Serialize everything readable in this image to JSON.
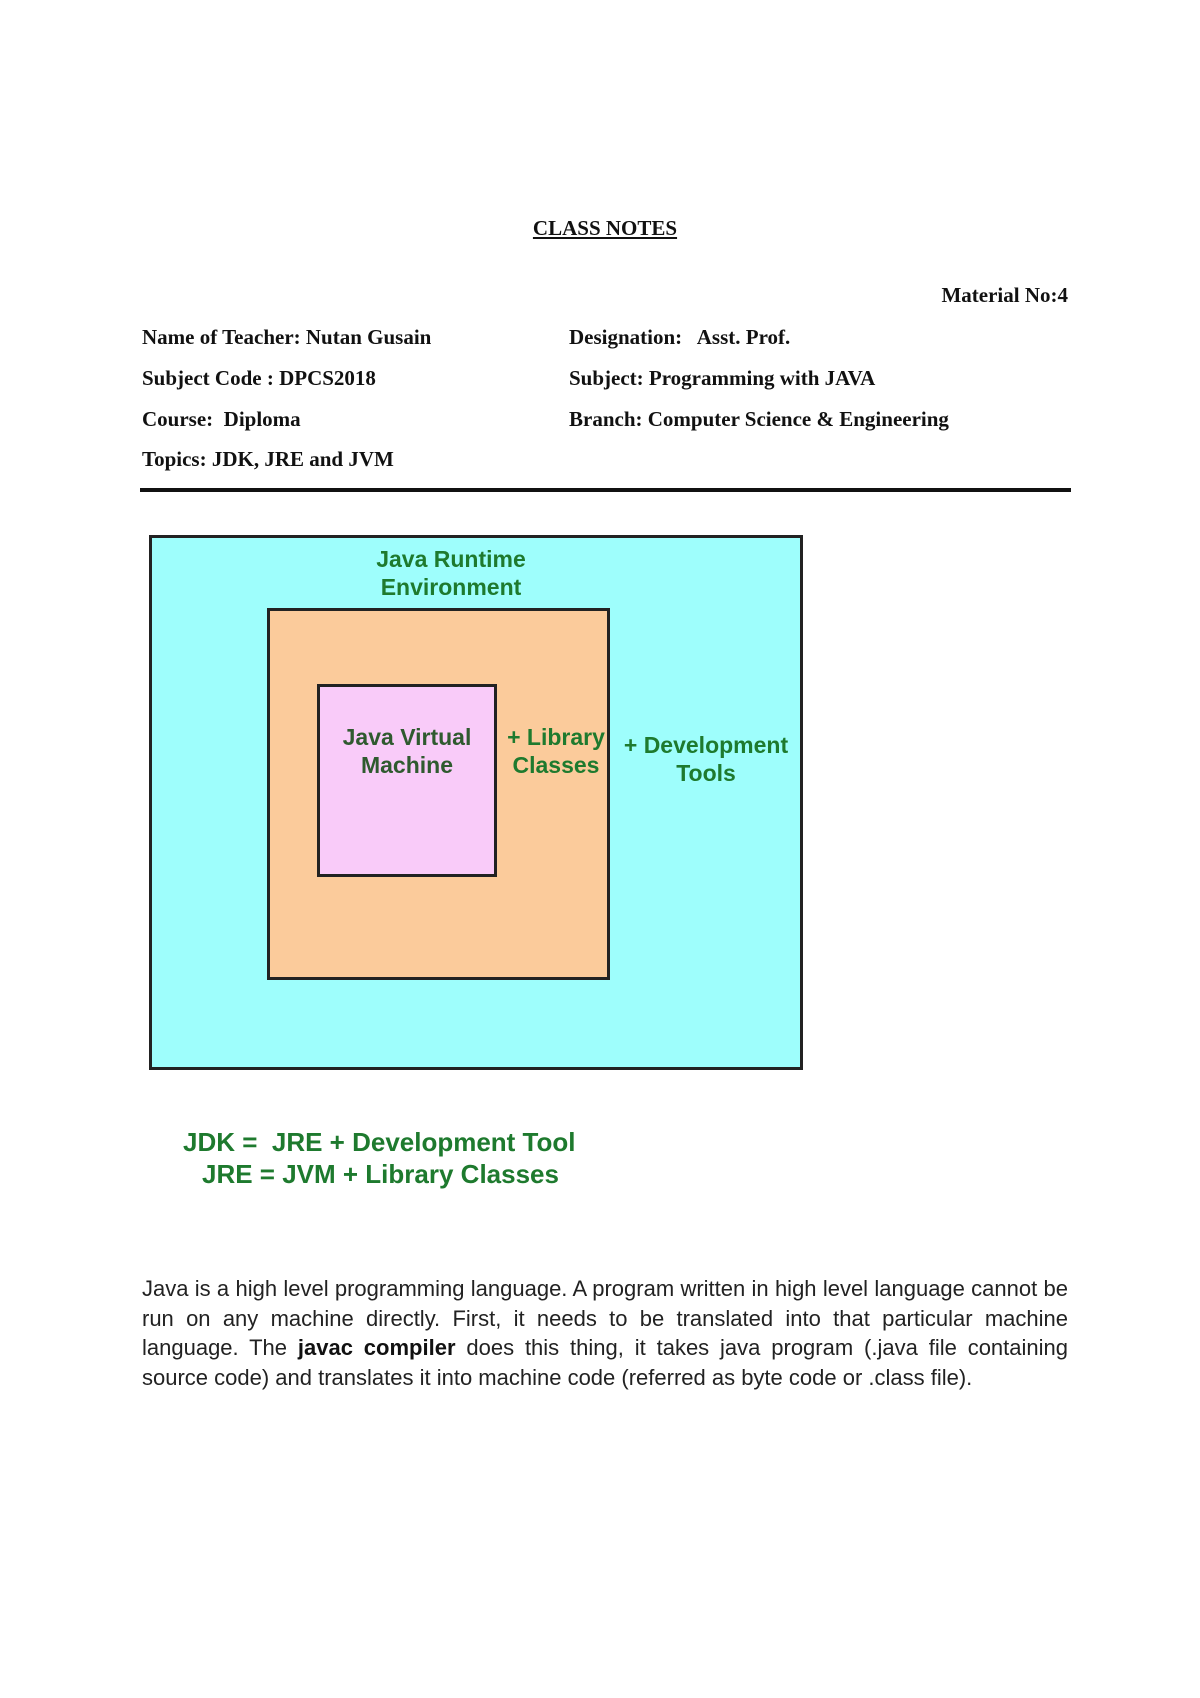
{
  "header": {
    "title": "CLASS NOTES",
    "material_no": "Material No:4",
    "teacher": "Name of Teacher: Nutan Gusain",
    "designation": "Designation:   Asst. Prof.",
    "subject_code": "Subject Code : DPCS2018",
    "subject": "Subject: Programming with JAVA",
    "course": "Course:  Diploma",
    "branch": "Branch: Computer Science & Engineering",
    "topics": "Topics: JDK, JRE and JVM"
  },
  "diagram": {
    "jre_label_1": "Java Runtime",
    "jre_label_2": "Environment",
    "jvm_label_1": "Java Virtual",
    "jvm_label_2": "Machine",
    "lib_label_1": "+ Library",
    "lib_label_2": "Classes",
    "dev_label_1": "+ Development",
    "dev_label_2": "Tools",
    "colors": {
      "jdk": "#9efefc",
      "jre": "#fbcb9b",
      "jvm": "#f9cbf9",
      "text": "#1e7a2e"
    }
  },
  "formulas": {
    "jdk": "JDK =  JRE + Development Tool",
    "jre": "JRE = JVM + Library Classes"
  },
  "paragraph": {
    "before": "Java is a high level programming language. A program written in high level language cannot be run on any machine directly. First, it needs to be translated into that particular machine language. The ",
    "bold": "javac compiler",
    "after": " does this thing, it takes java program (.java file containing source code) and translates it into machine code (referred as byte code or .class file)."
  }
}
